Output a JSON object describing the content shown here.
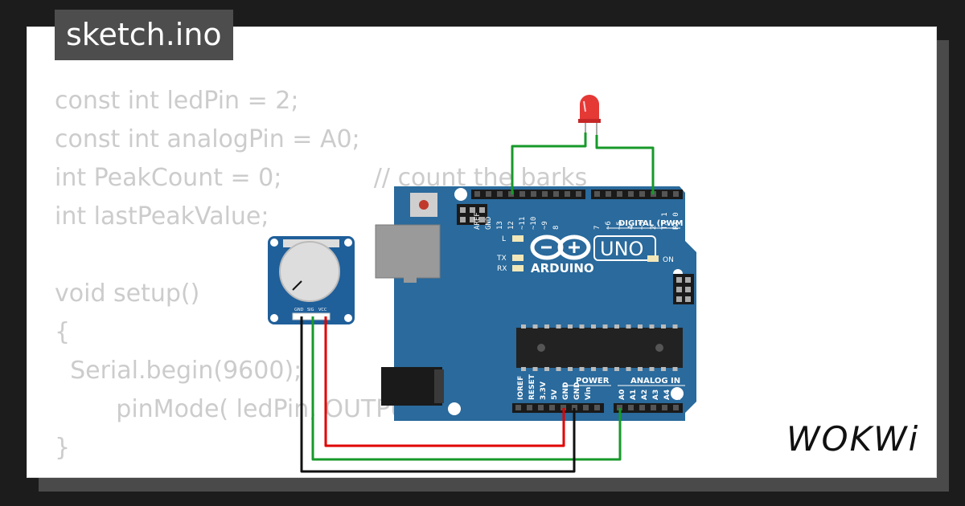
{
  "file_tab": {
    "label": "sketch.ino"
  },
  "code_lines": [
    "const int ledPin = 2;",
    "const int analogPin = A0;",
    "int PeakCount = 0;            // count the barks",
    "int lastPeakValue;",
    "",
    "void setup()",
    "{",
    "  Serial.begin(9600);",
    "        pinMode( ledPin, OUTPUT );",
    "}"
  ],
  "circuit": {
    "arduino": {
      "brand": "ARDUINO",
      "model": "UNO",
      "digital_header_label": "DIGITAL (PWM ~)",
      "digital_pins_left": [
        "AREF",
        "GND",
        "13",
        "12",
        "~11",
        "~10",
        "~9",
        "8"
      ],
      "digital_pins_right": [
        "7",
        "~6",
        "~5",
        "4",
        "~3",
        "2",
        "TX 1",
        "RX 0"
      ],
      "power_label": "POWER",
      "analog_label": "ANALOG IN",
      "power_pins": [
        "IOREF",
        "RESET",
        "3.3V",
        "5V",
        "GND",
        "GND",
        "Vin"
      ],
      "analog_pins": [
        "A0",
        "A1",
        "A2",
        "A3",
        "A4",
        "A5"
      ],
      "led_labels": {
        "l": "L",
        "tx": "TX",
        "rx": "RX",
        "on": "ON"
      }
    },
    "potentiometer": {
      "pins": [
        "GND",
        "SIG",
        "VCC"
      ]
    },
    "led": {
      "color": "#e53935"
    },
    "wire_colors": {
      "red": "#e00000",
      "green": "#17992a",
      "black": "#111111"
    },
    "board_color": "#2a6a9c"
  },
  "logo": {
    "text": "WOKWi"
  }
}
